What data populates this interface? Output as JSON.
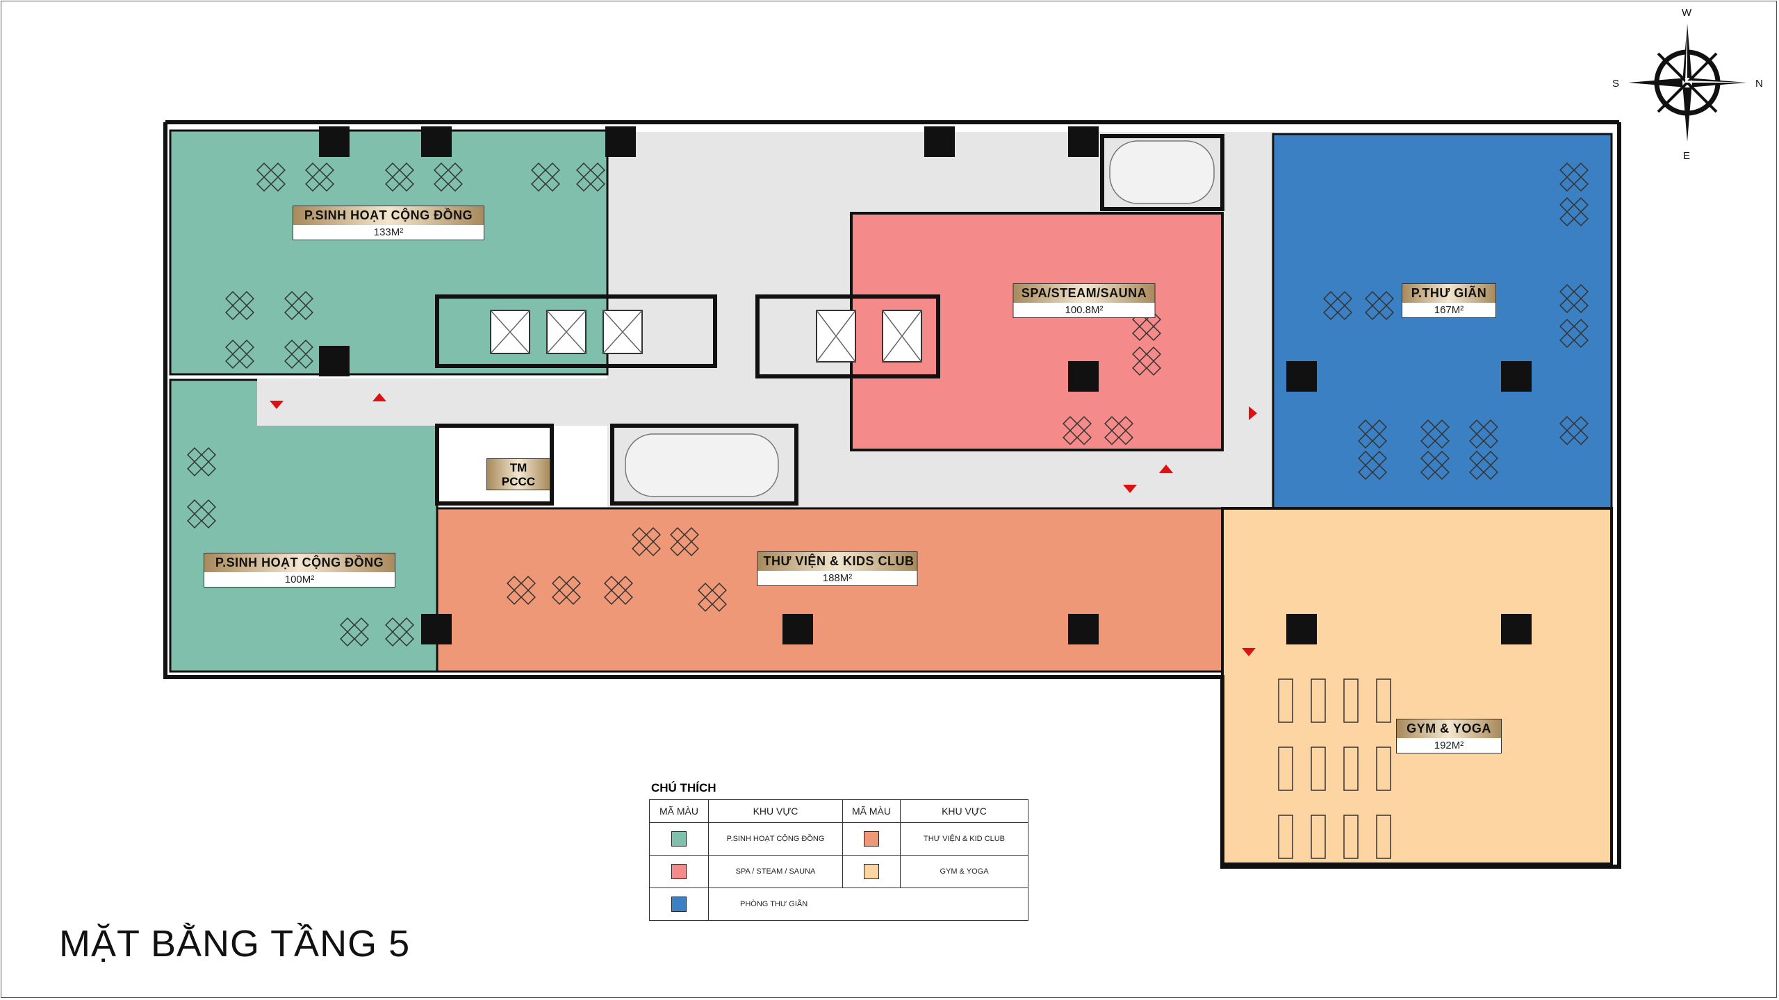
{
  "title": "MẶT BẰNG TẦNG 5",
  "compass": {
    "n": "N",
    "s": "S",
    "e": "E",
    "w": "W"
  },
  "rooms": {
    "community_1": {
      "name": "P.SINH HOẠT CỘNG ĐỒNG",
      "area": "133M²",
      "color": "#7fbfac"
    },
    "community_2": {
      "name": "P.SINH HOẠT CỘNG ĐỒNG",
      "area": "100M²",
      "color": "#7fbfac"
    },
    "spa": {
      "name": "SPA/STEAM/SAUNA",
      "area": "100.8M²",
      "color": "#f48a8a"
    },
    "relax": {
      "name": "P.THƯ GIÃN",
      "area": "167M²",
      "color": "#3b80c2"
    },
    "library": {
      "name": "THƯ VIỆN & KIDS CLUB",
      "area": "188M²",
      "color": "#ee9878"
    },
    "gym": {
      "name": "GYM & YOGA",
      "area": "192M²",
      "color": "#fdd5a2"
    },
    "fire": {
      "line1": "TM",
      "line2": "PCCC"
    }
  },
  "legend": {
    "title": "CHÚ THÍCH",
    "col_code": "MÃ MÀU",
    "col_area": "KHU VỰC",
    "items": [
      {
        "label": "P.SINH HOẠT CỘNG ĐỒNG",
        "color": "#7fbfac"
      },
      {
        "label": "THƯ VIỆN & KID CLUB",
        "color": "#ee9878"
      },
      {
        "label": "SPA / STEAM / SAUNA",
        "color": "#f48a8a"
      },
      {
        "label": "GYM & YOGA",
        "color": "#fdd5a2"
      },
      {
        "label": "PHÒNG THƯ GIÃN",
        "color": "#3b80c2"
      }
    ]
  }
}
